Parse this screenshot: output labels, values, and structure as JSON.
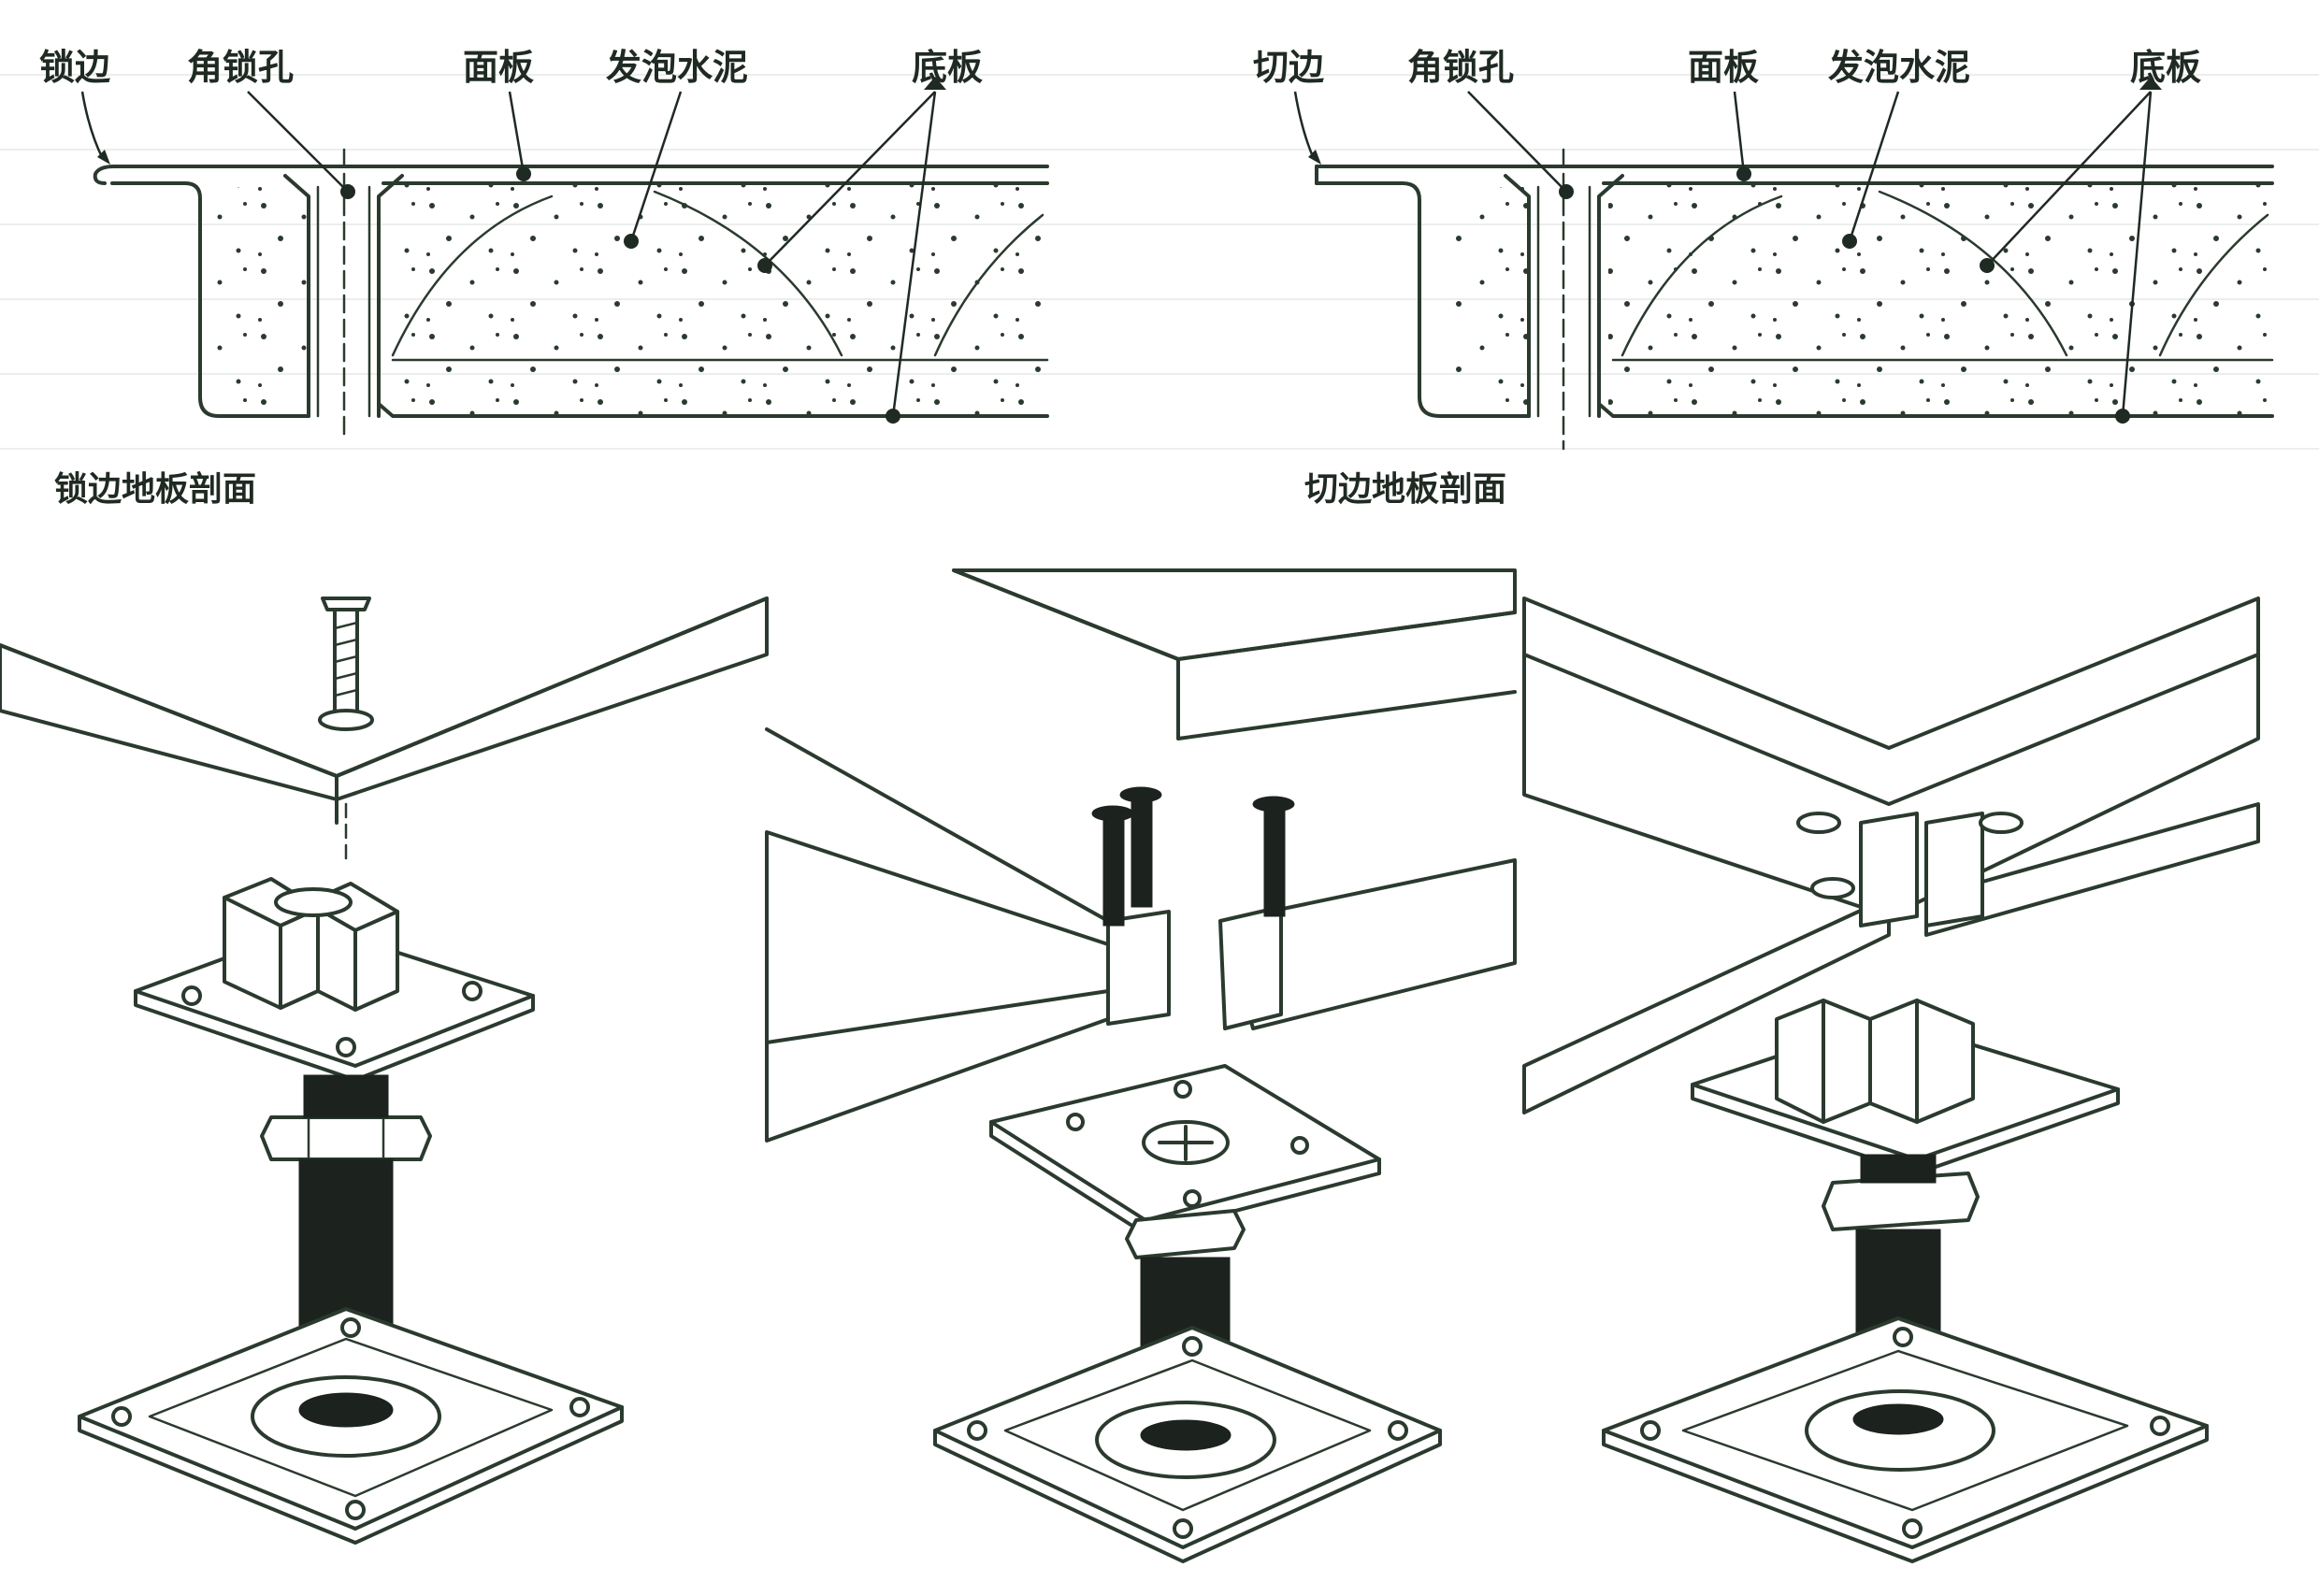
{
  "left_section": {
    "labels": {
      "edge": "锁边",
      "corner_hole": "角锁孔",
      "top_plate": "面板",
      "foam_cement": "发泡水泥",
      "bottom_plate": "底板"
    },
    "caption": "锁边地板剖面"
  },
  "right_section": {
    "labels": {
      "edge": "切边",
      "corner_hole": "角锁孔",
      "top_plate": "面板",
      "foam_cement": "发泡水泥",
      "bottom_plate": "底板"
    },
    "caption": "切边地板剖面"
  },
  "colors": {
    "ink": "#2b3a2e",
    "text": "#1f2a22",
    "shaft": "#1c231e",
    "background": "#ffffff"
  }
}
